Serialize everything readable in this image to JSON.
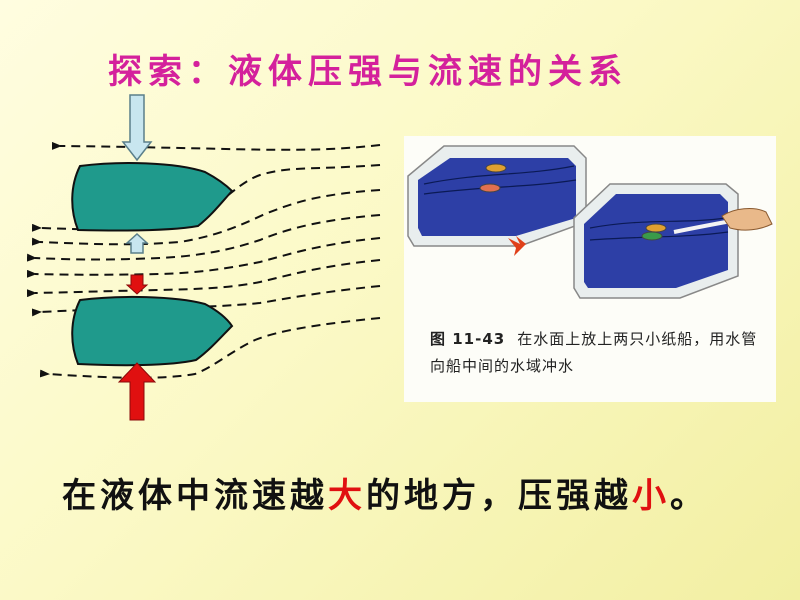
{
  "title": "探索：液体压强与流速的关系",
  "caption": {
    "figure_no": "图 11-43",
    "text": "在水面上放上两只小纸船，用水管向船中间的水域冲水"
  },
  "conclusion": {
    "part1": "在液体中流速越",
    "highlight1": "大",
    "part2": "的地方，压强越",
    "highlight2": "小",
    "part3": "。"
  },
  "colors": {
    "title": "#d4219c",
    "boat_fill": "#1f9a8c",
    "arrow_low_pressure": "#c8e6ef",
    "arrow_high_pressure": "#e01010",
    "highlight": "#e01010",
    "water": "#2d3fa6"
  }
}
